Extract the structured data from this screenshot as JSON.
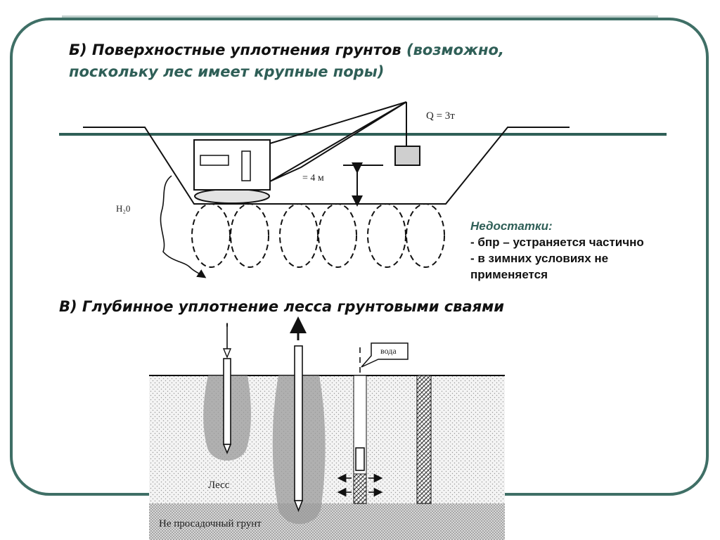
{
  "section_b": {
    "title": "Б) Поверхностные уплотнения грунтов",
    "title_hint_line1": "(возможно,",
    "title_hint_line2": "поскольку лес имеет крупные поры)"
  },
  "crane": {
    "load_label": "Q = 3т",
    "height_label": "= 4 м",
    "water_label": "Н₂0"
  },
  "drawbacks": {
    "heading": "Недостатки:",
    "items": [
      " - бпр – устраняется частично",
      " - в зимних условиях не",
      "применяется"
    ]
  },
  "section_v": {
    "title": "В) Глубинное уплотнение лесса грунтовыми сваями"
  },
  "piles": {
    "water_label": "вода",
    "loess_label": "Лесс",
    "base_label": "Не просадочный грунт"
  },
  "colors": {
    "frame": "#3f6f66",
    "ground_line": "#2f5f57",
    "ink": "#111111"
  }
}
